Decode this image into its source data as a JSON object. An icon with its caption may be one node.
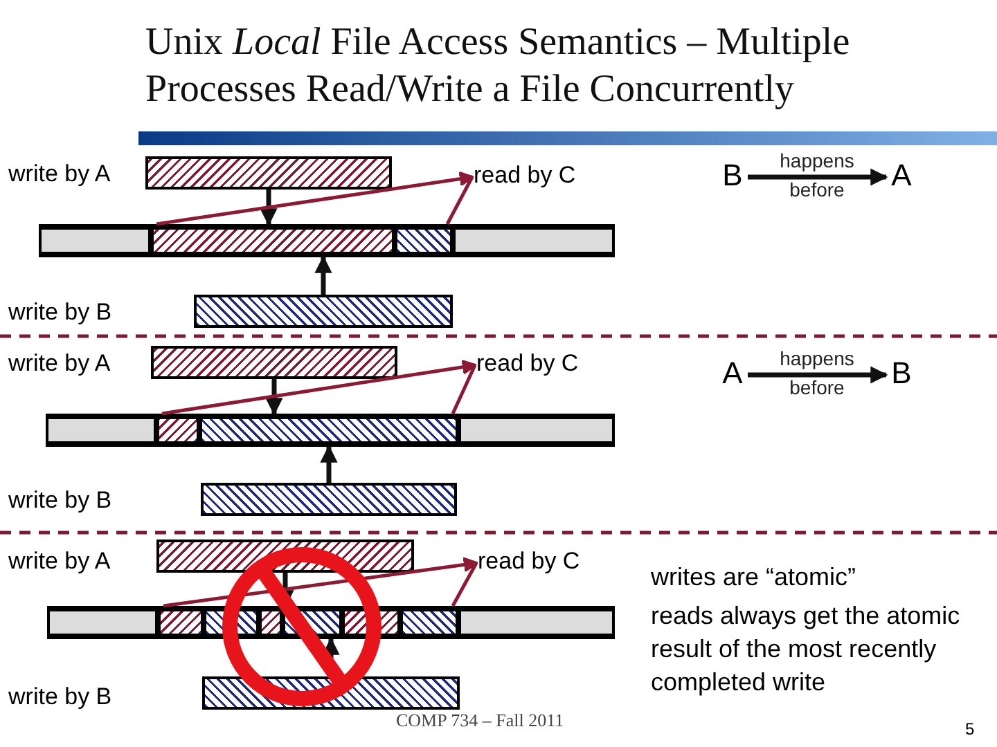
{
  "diagram": {
    "title": "Unix *Local* File Access Semantics – Multiple Processes Read/Write a File Concurrently",
    "nodes": [
      {
        "text": [],
        "shape": "bar"
      },
      {
        "text": [
          "read by C"
        ]
      },
      {
        "text": [
          "B"
        ]
      },
      {
        "text": [
          "A"
        ]
      },
      {
        "text": [],
        "shape": "bar"
      },
      {
        "text": [],
        "shape": "bar",
        "in": 4
      },
      {
        "text": [],
        "shape": "bar",
        "in": 4
      },
      {
        "text": [],
        "shape": "bar",
        "in": 4
      },
      {
        "text": [],
        "shape": "bar",
        "in": 4
      },
      {
        "text": [],
        "shape": "bar"
      },
      {
        "text": [],
        "shape": "bar"
      },
      {
        "text": [
          "read by C"
        ]
      },
      {
        "text": [
          "A"
        ]
      },
      {
        "text": [
          "B"
        ]
      },
      {
        "text": [],
        "shape": "bar"
      },
      {
        "text": [],
        "shape": "bar",
        "in": 14
      },
      {
        "text": [],
        "shape": "bar",
        "in": 14
      },
      {
        "text": [],
        "shape": "bar",
        "in": 14
      },
      {
        "text": [],
        "shape": "bar",
        "in": 14
      },
      {
        "text": [],
        "shape": "bar"
      },
      {
        "text": [],
        "shape": "bar"
      },
      {
        "text": [
          "read by C"
        ]
      },
      {
        "text": [],
        "shape": "bar"
      },
      {
        "text": [],
        "shape": "bar",
        "in": 22
      },
      {
        "text": [],
        "shape": "bar",
        "in": 22
      },
      {
        "text": [],
        "shape": "bar",
        "in": 22
      },
      {
        "text": [],
        "shape": "bar",
        "in": 22
      },
      {
        "text": [],
        "shape": "bar",
        "in": 22
      },
      {
        "text": [],
        "shape": "bar",
        "in": 22
      },
      {
        "text": [],
        "shape": "bar",
        "in": 22
      },
      {
        "text": [],
        "shape": "bar",
        "in": 22
      },
      {
        "text": [],
        "shape": "bar"
      }
    ],
    "edges": [
      {
        "from": 0,
        "to": 4,
        "arrow": "to"
      },
      {
        "from": 9,
        "to": 4,
        "arrow": "to"
      },
      {
        "from": 2,
        "to": 3,
        "arrow": "to",
        "label": "happens before"
      },
      {
        "from": 6,
        "to": 1,
        "arrow": "to",
        "color": "#8b1a35"
      },
      {
        "from": 10,
        "to": 14,
        "arrow": "to"
      },
      {
        "from": 19,
        "to": 14,
        "arrow": "to"
      },
      {
        "from": 12,
        "to": 13,
        "arrow": "to",
        "label": "happens before"
      },
      {
        "from": 16,
        "to": 11,
        "arrow": "to",
        "color": "#8b1a35"
      },
      {
        "from": 20,
        "to": 22,
        "arrow": "to"
      },
      {
        "from": 31,
        "to": 22,
        "arrow": "to"
      },
      {
        "from": 24,
        "to": 21,
        "arrow": "to",
        "color": "#8b1a35"
      },
      {
        "from": 7,
        "to": 1,
        "arrow": "to",
        "color": "#8b1a35"
      },
      {
        "from": 17,
        "to": 11,
        "arrow": "to",
        "color": "#8b1a35"
      },
      {
        "from": 29,
        "to": 21,
        "arrow": "to",
        "color": "#8b1a35"
      }
    ],
    "labels": [
      "write by A",
      "write by B",
      "write by A",
      "write by B",
      "write by A",
      "write by B",
      "writes are “atomic”",
      "reads always get the atomic result of the most recently completed write",
      "COMP 734 – Fall 2011",
      "5"
    ]
  }
}
